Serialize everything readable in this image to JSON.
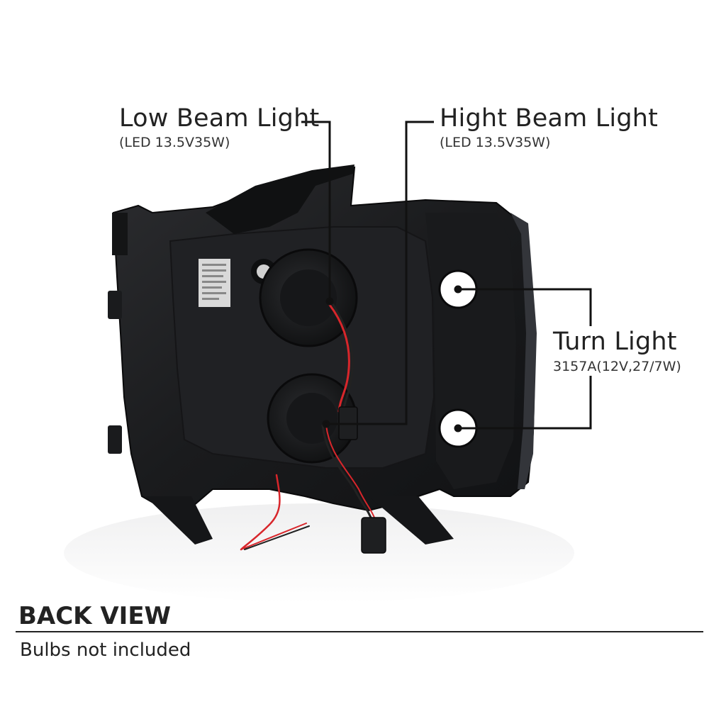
{
  "callouts": {
    "low_beam": {
      "title": "Low Beam Light",
      "spec": "(LED 13.5V35W)"
    },
    "high_beam": {
      "title": "Hight Beam Light",
      "spec": "(LED 13.5V35W)"
    },
    "turn": {
      "title": "Turn Light",
      "spec": "3157A(12V,27/7W)"
    }
  },
  "footer": {
    "view_label": "BACK VIEW",
    "note": "Bulbs not included"
  },
  "colors": {
    "housing": "#1b1c1e",
    "housing_edge": "#2a2b2e",
    "wire_red": "#d8262b",
    "leader_line": "#111111"
  }
}
